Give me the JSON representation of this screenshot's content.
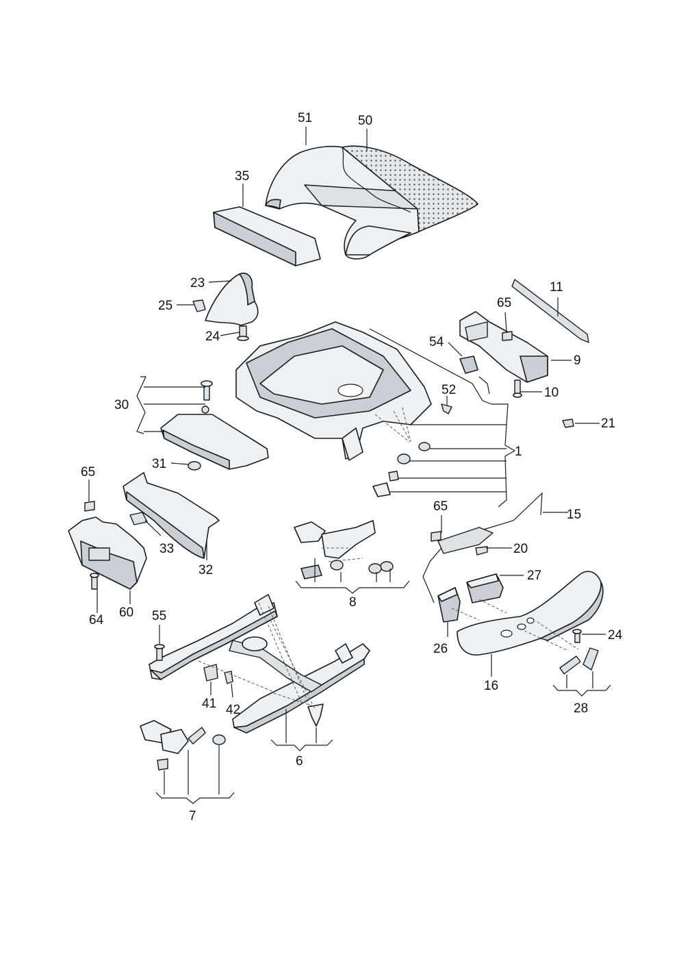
{
  "callouts": {
    "c51": "51",
    "c50": "50",
    "c35": "35",
    "c23": "23",
    "c25": "25",
    "c24a": "24",
    "c11": "11",
    "c65a": "65",
    "c54": "54",
    "c9": "9",
    "c10": "10",
    "c52": "52",
    "c30": "30",
    "c21": "21",
    "c1": "1",
    "c31": "31",
    "c65b": "65",
    "c15": "15",
    "c65c": "65",
    "c33": "33",
    "c32": "32",
    "c20": "20",
    "c8": "8",
    "c27": "27",
    "c64": "64",
    "c60": "60",
    "c26": "26",
    "c55": "55",
    "c24b": "24",
    "c16": "16",
    "c41": "41",
    "c42": "42",
    "c28": "28",
    "c6": "6",
    "c7": "7"
  }
}
